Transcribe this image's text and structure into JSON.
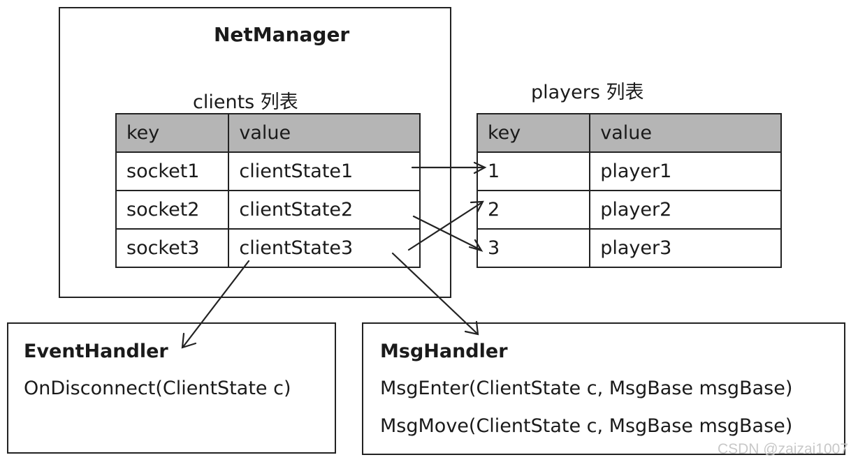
{
  "net_manager": {
    "title": "NetManager",
    "clients_caption": "clients 列表",
    "clients_table": {
      "headers": [
        "key",
        "value"
      ],
      "rows": [
        [
          "socket1",
          "clientState1"
        ],
        [
          "socket2",
          "clientState2"
        ],
        [
          "socket3",
          "clientState3"
        ]
      ]
    }
  },
  "players": {
    "caption": "players 列表",
    "table": {
      "headers": [
        "key",
        "value"
      ],
      "rows": [
        [
          "1",
          "player1"
        ],
        [
          "2",
          "player2"
        ],
        [
          "3",
          "player3"
        ]
      ]
    }
  },
  "event_handler": {
    "title": "EventHandler",
    "methods": [
      "OnDisconnect(ClientState c)"
    ]
  },
  "msg_handler": {
    "title": "MsgHandler",
    "methods": [
      "MsgEnter(ClientState c, MsgBase msgBase)",
      "MsgMove(ClientState c, MsgBase msgBase)"
    ]
  },
  "watermark": "CSDN @zaizai1007",
  "colors": {
    "header_fill": "#b5b5b5",
    "line": "#222222",
    "watermark": "#c8c8c8"
  }
}
